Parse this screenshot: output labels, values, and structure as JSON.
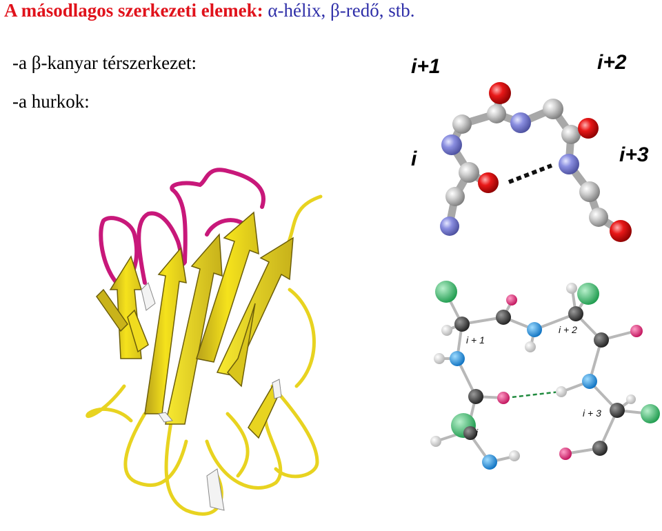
{
  "title": {
    "main": "A másodlagos szerkezeti elemek:",
    "rest": "α-hélix, β-redő, stb."
  },
  "bullets": [
    "-a β-kanyar térszerkezet:",
    "-a hurkok:"
  ],
  "turn_labels": {
    "i": "i",
    "i1": "i+1",
    "i2": "i+2",
    "i3": "i+3"
  },
  "diagram_labels": {
    "i": "i",
    "i1": "i + 1",
    "i2": "i + 2",
    "i3": "i + 3"
  },
  "colors": {
    "title": "#e0121b",
    "strand": "#f2dc1a",
    "loop": "#c8187a",
    "carbon": "#bdbdbd",
    "nitrogen": "#7b7fd6",
    "oxygen": "#e01010"
  }
}
